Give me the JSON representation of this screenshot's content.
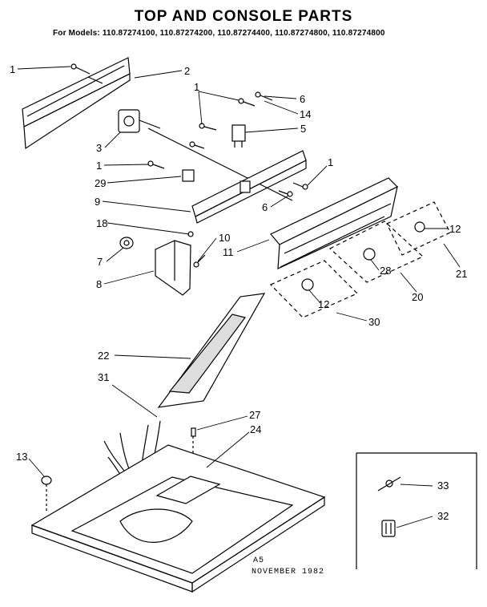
{
  "title": "TOP AND CONSOLE PARTS",
  "models_line": "For Models: 110.87274100, 110.87274200, 110.87274400, 110.87274800, 110.87274800",
  "callouts": {
    "c1a": "1",
    "c2": "2",
    "c1b": "1",
    "c6a": "6",
    "c14": "14",
    "c5": "5",
    "c3": "3",
    "c1c": "1",
    "c1d": "1",
    "c29": "29",
    "c9": "9",
    "c6b": "6",
    "c18": "18",
    "c10": "10",
    "c11": "11",
    "c12a": "12",
    "c7": "7",
    "c28": "28",
    "c21": "21",
    "c8": "8",
    "c20": "20",
    "c12b": "12",
    "c30": "30",
    "c22": "22",
    "c31": "31",
    "c27": "27",
    "c24": "24",
    "c13": "13",
    "c33": "33",
    "c32": "32"
  },
  "footer": {
    "code": "A5",
    "date": "NOVEMBER 1982"
  }
}
